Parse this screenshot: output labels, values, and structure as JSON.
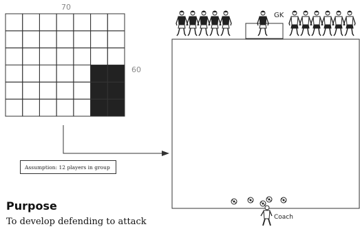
{
  "grid_diagram": {
    "width_label": "70",
    "height_label": "60",
    "columns": 7,
    "rows": 6,
    "filled_region": {
      "columns": 2,
      "rows": 3,
      "position": "bottom-right"
    }
  },
  "assumption_box": {
    "text": "Assumption: 12 players in group"
  },
  "field": {
    "goalkeeper_label": "GK",
    "coach_label": "Coach",
    "players_left_count": 5,
    "players_right_count": 6,
    "ball_count": 5
  },
  "purpose": {
    "title": "Purpose",
    "text": "To develop defending to attack"
  },
  "colors": {
    "line": "#333333",
    "fill_dark": "#222222",
    "label_gray": "#888888"
  }
}
